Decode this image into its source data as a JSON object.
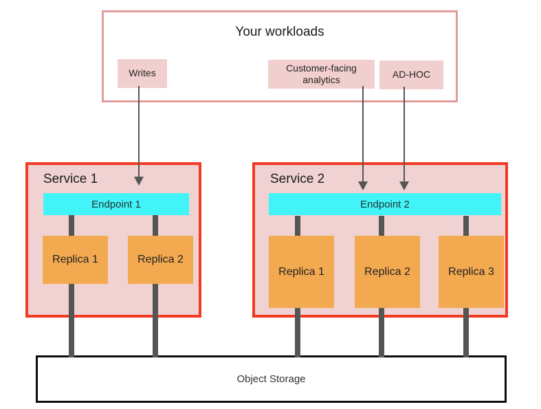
{
  "diagram_title": "Your workloads",
  "workloads": {
    "title": "Your workloads",
    "items": [
      {
        "label": "Writes"
      },
      {
        "label": "Customer-facing analytics"
      },
      {
        "label": "AD-HOC"
      }
    ]
  },
  "services": [
    {
      "name": "Service 1",
      "endpoint": "Endpoint 1",
      "replicas": [
        "Replica 1",
        "Replica 2"
      ]
    },
    {
      "name": "Service 2",
      "endpoint": "Endpoint 2",
      "replicas": [
        "Replica 1",
        "Replica 2",
        "Replica 3"
      ]
    }
  ],
  "storage": {
    "label": "Object Storage"
  },
  "connections": [
    {
      "from": "Writes",
      "to": "Service 1 / Endpoint 1",
      "style": "arrow"
    },
    {
      "from": "Customer-facing analytics",
      "to": "Service 2 / Endpoint 2",
      "style": "arrow"
    },
    {
      "from": "AD-HOC",
      "to": "Service 2 / Endpoint 2",
      "style": "arrow"
    },
    {
      "from": "Endpoint 1",
      "to": "Replica 1 (Service 1)",
      "style": "thick-line"
    },
    {
      "from": "Endpoint 1",
      "to": "Replica 2 (Service 1)",
      "style": "thick-line"
    },
    {
      "from": "Endpoint 2",
      "to": "Replica 1 (Service 2)",
      "style": "thick-line"
    },
    {
      "from": "Endpoint 2",
      "to": "Replica 2 (Service 2)",
      "style": "thick-line"
    },
    {
      "from": "Endpoint 2",
      "to": "Replica 3 (Service 2)",
      "style": "thick-line"
    },
    {
      "from": "Replica 1 (Service 1)",
      "to": "Object Storage",
      "style": "thick-line"
    },
    {
      "from": "Replica 2 (Service 1)",
      "to": "Object Storage",
      "style": "thick-line"
    },
    {
      "from": "Replica 1 (Service 2)",
      "to": "Object Storage",
      "style": "thick-line"
    },
    {
      "from": "Replica 2 (Service 2)",
      "to": "Object Storage",
      "style": "thick-line"
    },
    {
      "from": "Replica 3 (Service 2)",
      "to": "Object Storage",
      "style": "thick-line"
    }
  ],
  "colors": {
    "workloads_border": "#e39c9c",
    "workload_chip_fill": "#f2cfcf",
    "service_fill": "#f0d2d2",
    "service_border": "#f23a22",
    "endpoint_fill": "#42f3f8",
    "replica_fill": "#f3a950",
    "connector_gray": "#555555",
    "storage_border": "#0d0d0d",
    "text": "#1a1a1a"
  }
}
